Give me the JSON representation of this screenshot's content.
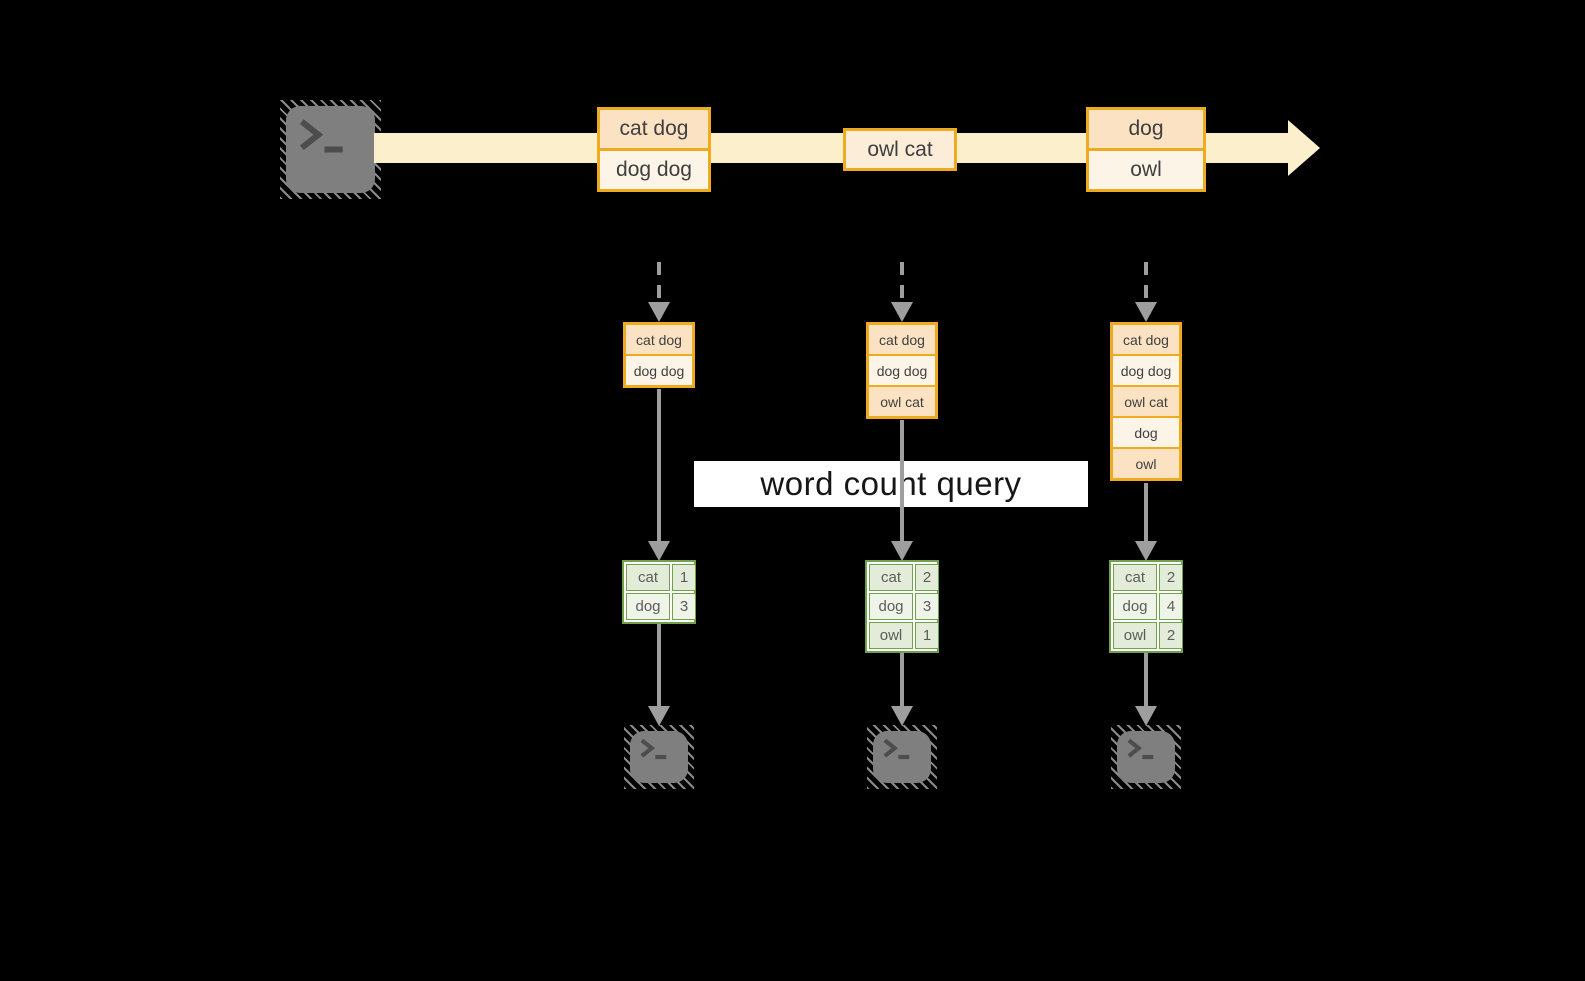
{
  "query_band": {
    "label": "word count query"
  },
  "icons": {
    "source": "terminal-prompt-icon",
    "sinks": [
      "terminal-prompt-icon",
      "terminal-prompt-icon",
      "terminal-prompt-icon"
    ]
  },
  "colors": {
    "accent_gold": "#efab1f",
    "peach_dark": "#fbe2c3",
    "peach_medium": "#fcedd9",
    "peach_light": "#fdf4e8",
    "stream_band": "#fbf0cb",
    "green_border": "#71a24b",
    "green_cell_dark": "#e3ecd8",
    "green_cell_light": "#eff4e9",
    "arrow_gray": "#9e9e9e",
    "terminal_gray": "#7f7f7f",
    "background": "#000000"
  },
  "timeline": {
    "events": [
      {
        "rows": [
          {
            "text": "cat dog",
            "shade": "dark"
          },
          {
            "text": "dog dog",
            "shade": "light"
          }
        ]
      },
      {
        "rows": [
          {
            "text": "owl cat",
            "shade": "medium"
          }
        ]
      },
      {
        "rows": [
          {
            "text": "dog",
            "shade": "dark"
          },
          {
            "text": "owl",
            "shade": "light"
          }
        ]
      }
    ]
  },
  "columns": [
    {
      "state_rows": [
        {
          "text": "cat dog",
          "shade": "dark"
        },
        {
          "text": "dog dog",
          "shade": "light"
        }
      ],
      "result_rows": [
        {
          "word": "cat",
          "count": "1"
        },
        {
          "word": "dog",
          "count": "3"
        }
      ]
    },
    {
      "state_rows": [
        {
          "text": "cat dog",
          "shade": "dark"
        },
        {
          "text": "dog dog",
          "shade": "light"
        },
        {
          "text": "owl cat",
          "shade": "dark"
        }
      ],
      "result_rows": [
        {
          "word": "cat",
          "count": "2"
        },
        {
          "word": "dog",
          "count": "3"
        },
        {
          "word": "owl",
          "count": "1"
        }
      ]
    },
    {
      "state_rows": [
        {
          "text": "cat dog",
          "shade": "dark"
        },
        {
          "text": "dog dog",
          "shade": "light"
        },
        {
          "text": "owl cat",
          "shade": "dark"
        },
        {
          "text": "dog",
          "shade": "light"
        },
        {
          "text": "owl",
          "shade": "dark"
        }
      ],
      "result_rows": [
        {
          "word": "cat",
          "count": "2"
        },
        {
          "word": "dog",
          "count": "4"
        },
        {
          "word": "owl",
          "count": "2"
        }
      ]
    }
  ]
}
